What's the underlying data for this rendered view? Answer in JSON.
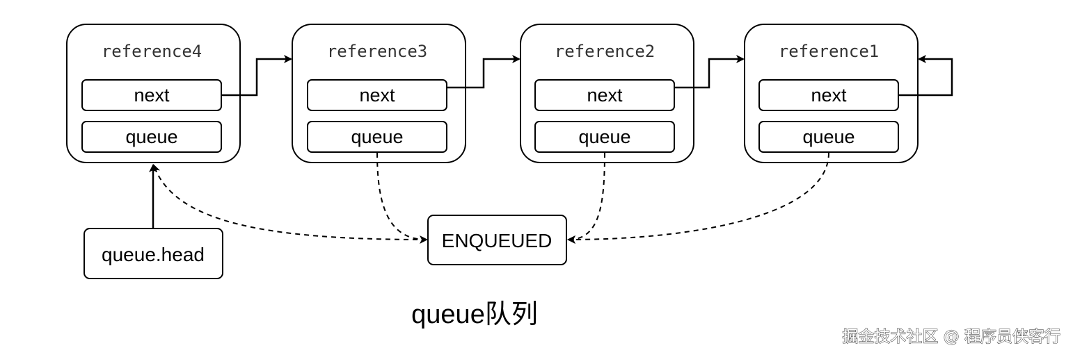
{
  "nodes": [
    {
      "title": "reference4",
      "next_label": "next",
      "queue_label": "queue"
    },
    {
      "title": "reference3",
      "next_label": "next",
      "queue_label": "queue"
    },
    {
      "title": "reference2",
      "next_label": "next",
      "queue_label": "queue"
    },
    {
      "title": "reference1",
      "next_label": "next",
      "queue_label": "queue"
    }
  ],
  "head_label": "queue.head",
  "enqueued_label": "ENQUEUED",
  "caption": "queue队列",
  "watermark": "掘金技术社区 @ 程序员侠客行",
  "colors": {
    "stroke": "#000000",
    "background": "#ffffff",
    "title_text": "#333333"
  }
}
